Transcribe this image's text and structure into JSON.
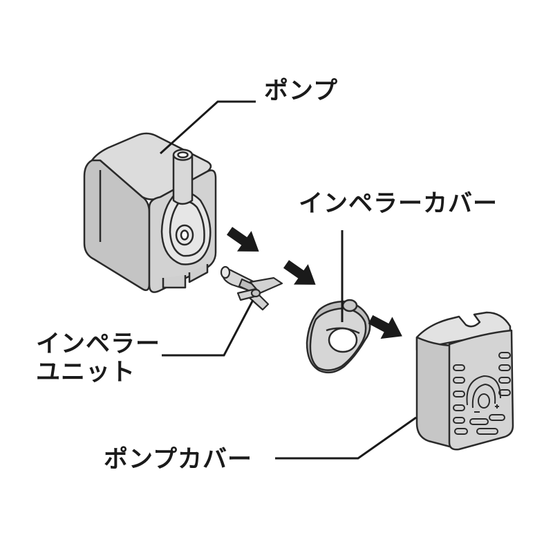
{
  "labels": {
    "pump": "ポンプ",
    "impeller_cover": "インペラーカバー",
    "impeller_unit_line1": "インペラー",
    "impeller_unit_line2": "ユニット",
    "pump_cover": "ポンプカバー"
  },
  "colors": {
    "body_fill": "#cfcfcf",
    "body_dark": "#b9b9b9",
    "outline": "#2a2a2a",
    "arrow": "#1a1a1a"
  }
}
